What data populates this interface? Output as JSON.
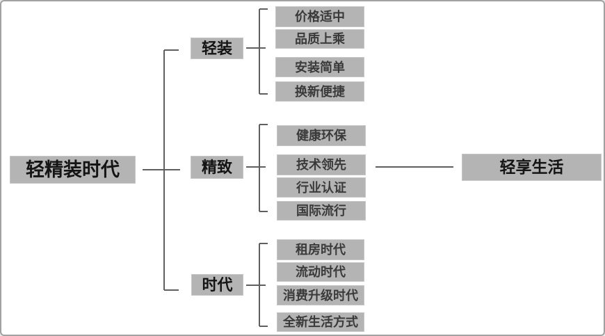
{
  "diagram": {
    "root": {
      "label": "轻精装时代"
    },
    "result": {
      "label": "轻享生活"
    },
    "groups": [
      {
        "label": "轻装",
        "children": [
          "价格适中",
          "品质上乘",
          "安装简单",
          "换新便捷"
        ]
      },
      {
        "label": "精致",
        "children": [
          "健康环保",
          "技术领先",
          "行业认证",
          "国际流行"
        ]
      },
      {
        "label": "时代",
        "children": [
          "租房时代",
          "流动时代",
          "消费升级时代",
          "全新生活方式"
        ]
      }
    ],
    "colors": {
      "background": "#ffffff",
      "frame-border": "#a1a1a1",
      "box-fill": "#b4b4b4",
      "box-border": "#c6c6c6",
      "line": "#5f5f5f",
      "text-strong": "#141414",
      "text-leaf": "#3a3a3a"
    }
  }
}
